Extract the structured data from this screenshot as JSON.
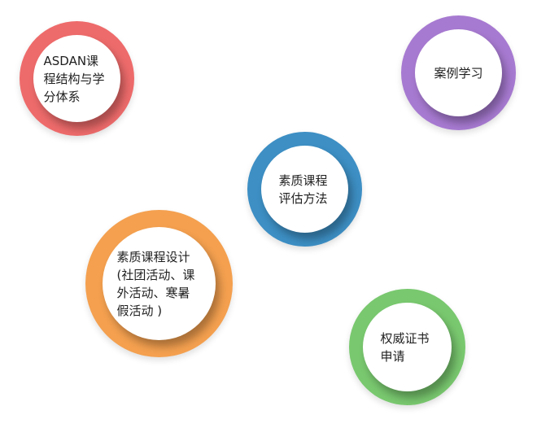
{
  "colors": {
    "asdan": "#ee6b6b",
    "case_study": "#a77ad1",
    "evaluation": "#3d8fc4",
    "design": "#f4a04f",
    "certificate": "#79c86f"
  },
  "nodes": {
    "asdan": {
      "label": "ASDAN课程结构与学分体系"
    },
    "case_study": {
      "label": "案例学习"
    },
    "evaluation": {
      "label": "素质课程评估方法"
    },
    "design": {
      "label": "素质课程设计(社团活动、课外活动、寒暑假活动 )"
    },
    "certificate": {
      "label": "权威证书申请"
    }
  }
}
